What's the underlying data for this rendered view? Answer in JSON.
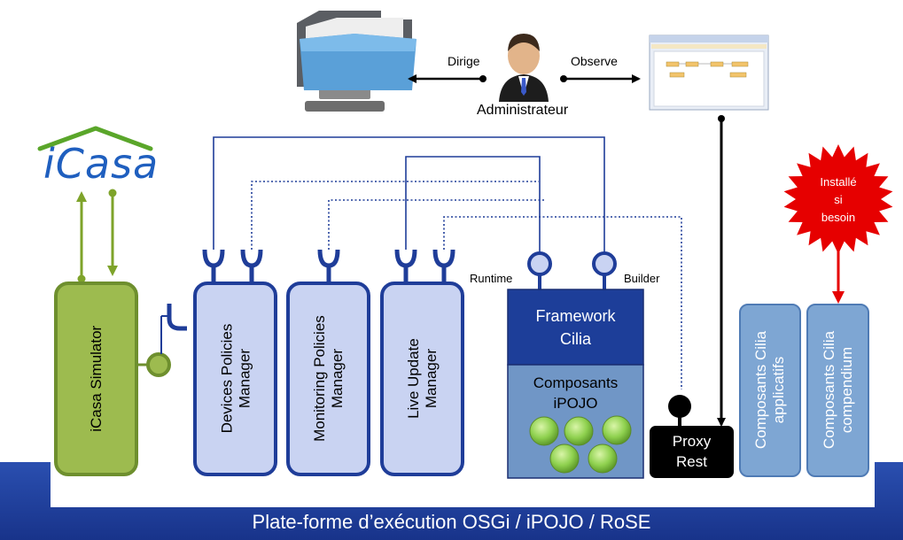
{
  "top": {
    "admin_label": "Administrateur",
    "dirige_label": "Dirige",
    "observe_label": "Observe",
    "folder_icon": "network-folder-icon",
    "admin_icon": "administrator-person-icon",
    "console_icon": "web-console-screenshot"
  },
  "logo": {
    "text": "iCasa"
  },
  "simulator": {
    "label": "iCasa Simulator"
  },
  "managers": {
    "devices": [
      "Devices Policies",
      "Manager"
    ],
    "monitoring": [
      "Monitoring Policies",
      "Manager"
    ],
    "liveupdate": [
      "Live Update",
      "Manager"
    ]
  },
  "framework": {
    "runtime_label": "Runtime",
    "builder_label": "Builder",
    "title_line1": "Framework",
    "title_line2": "Cilia",
    "composants_line1": "Composants",
    "composants_line2": "iPOJO"
  },
  "proxy": {
    "line1": "Proxy",
    "line2": "Rest"
  },
  "cilia_components": {
    "applicatifs": [
      "Composants Cilia",
      "applicatifs"
    ],
    "compendium": [
      "Composants Cilia",
      "compendium"
    ]
  },
  "badge": {
    "line1": "Installé",
    "line2": "si",
    "line3": "besoin"
  },
  "platform": {
    "label": "Plate-forme d’exécution OSGi / iPOJO / RoSE"
  },
  "colors": {
    "platform_blue": "#1f3d99",
    "manager_fill": "#c9d3f2",
    "manager_stroke": "#1f3d99",
    "simulator_fill": "#9dbb4f",
    "simulator_stroke": "#6e8f2e",
    "framework_dark": "#1d3e99",
    "framework_light": "#7096c6",
    "cilia_fill": "#7ea6d3",
    "proxy_fill": "#000000",
    "badge_red": "#e60000",
    "green_arrow": "#7ea32a",
    "ipojo_green": "#8fd14f"
  }
}
